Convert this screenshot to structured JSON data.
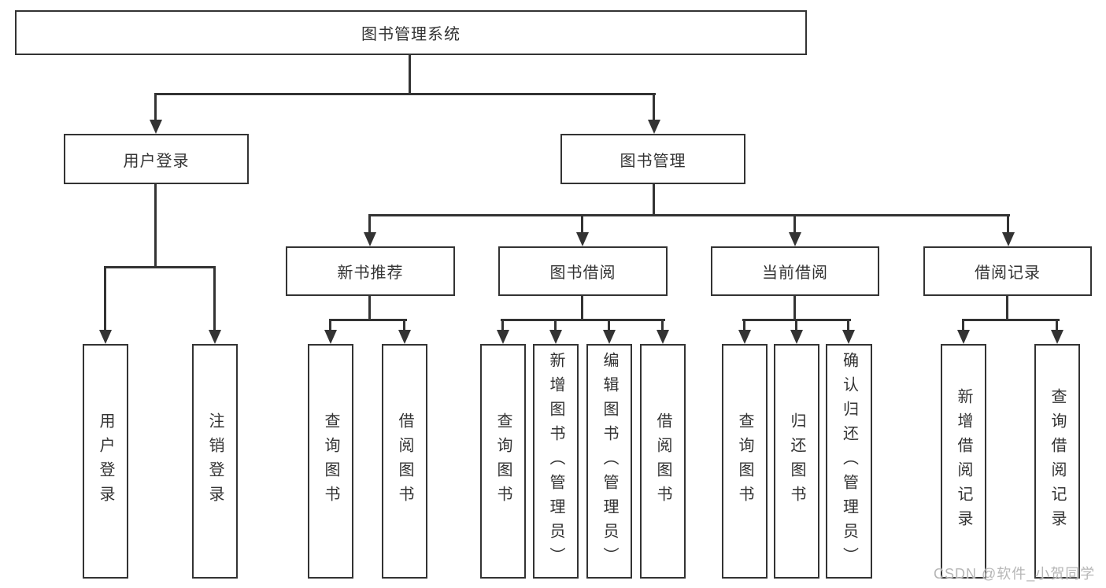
{
  "colors": {
    "line": "#333333",
    "text": "#333333",
    "background": "#ffffff",
    "watermark": "#b6b6b6"
  },
  "tree": {
    "label": "图书管理系统",
    "children": [
      {
        "label": "用户登录",
        "children": [
          {
            "label": "用户登录"
          },
          {
            "label": "注销登录"
          }
        ]
      },
      {
        "label": "图书管理",
        "children": [
          {
            "label": "新书推荐",
            "children": [
              {
                "label": "查询图书"
              },
              {
                "label": "借阅图书"
              }
            ]
          },
          {
            "label": "图书借阅",
            "children": [
              {
                "label": "查询图书"
              },
              {
                "label": "新增图书（管理员）"
              },
              {
                "label": "编辑图书（管理员）"
              },
              {
                "label": "借阅图书"
              }
            ]
          },
          {
            "label": "当前借阅",
            "children": [
              {
                "label": "查询图书"
              },
              {
                "label": "归还图书"
              },
              {
                "label": "确认归还（管理员）"
              }
            ]
          },
          {
            "label": "借阅记录",
            "children": [
              {
                "label": "新增借阅记录"
              },
              {
                "label": "查询借阅记录"
              }
            ]
          }
        ]
      }
    ]
  },
  "watermark": "CSDN @软件_小贺同学"
}
